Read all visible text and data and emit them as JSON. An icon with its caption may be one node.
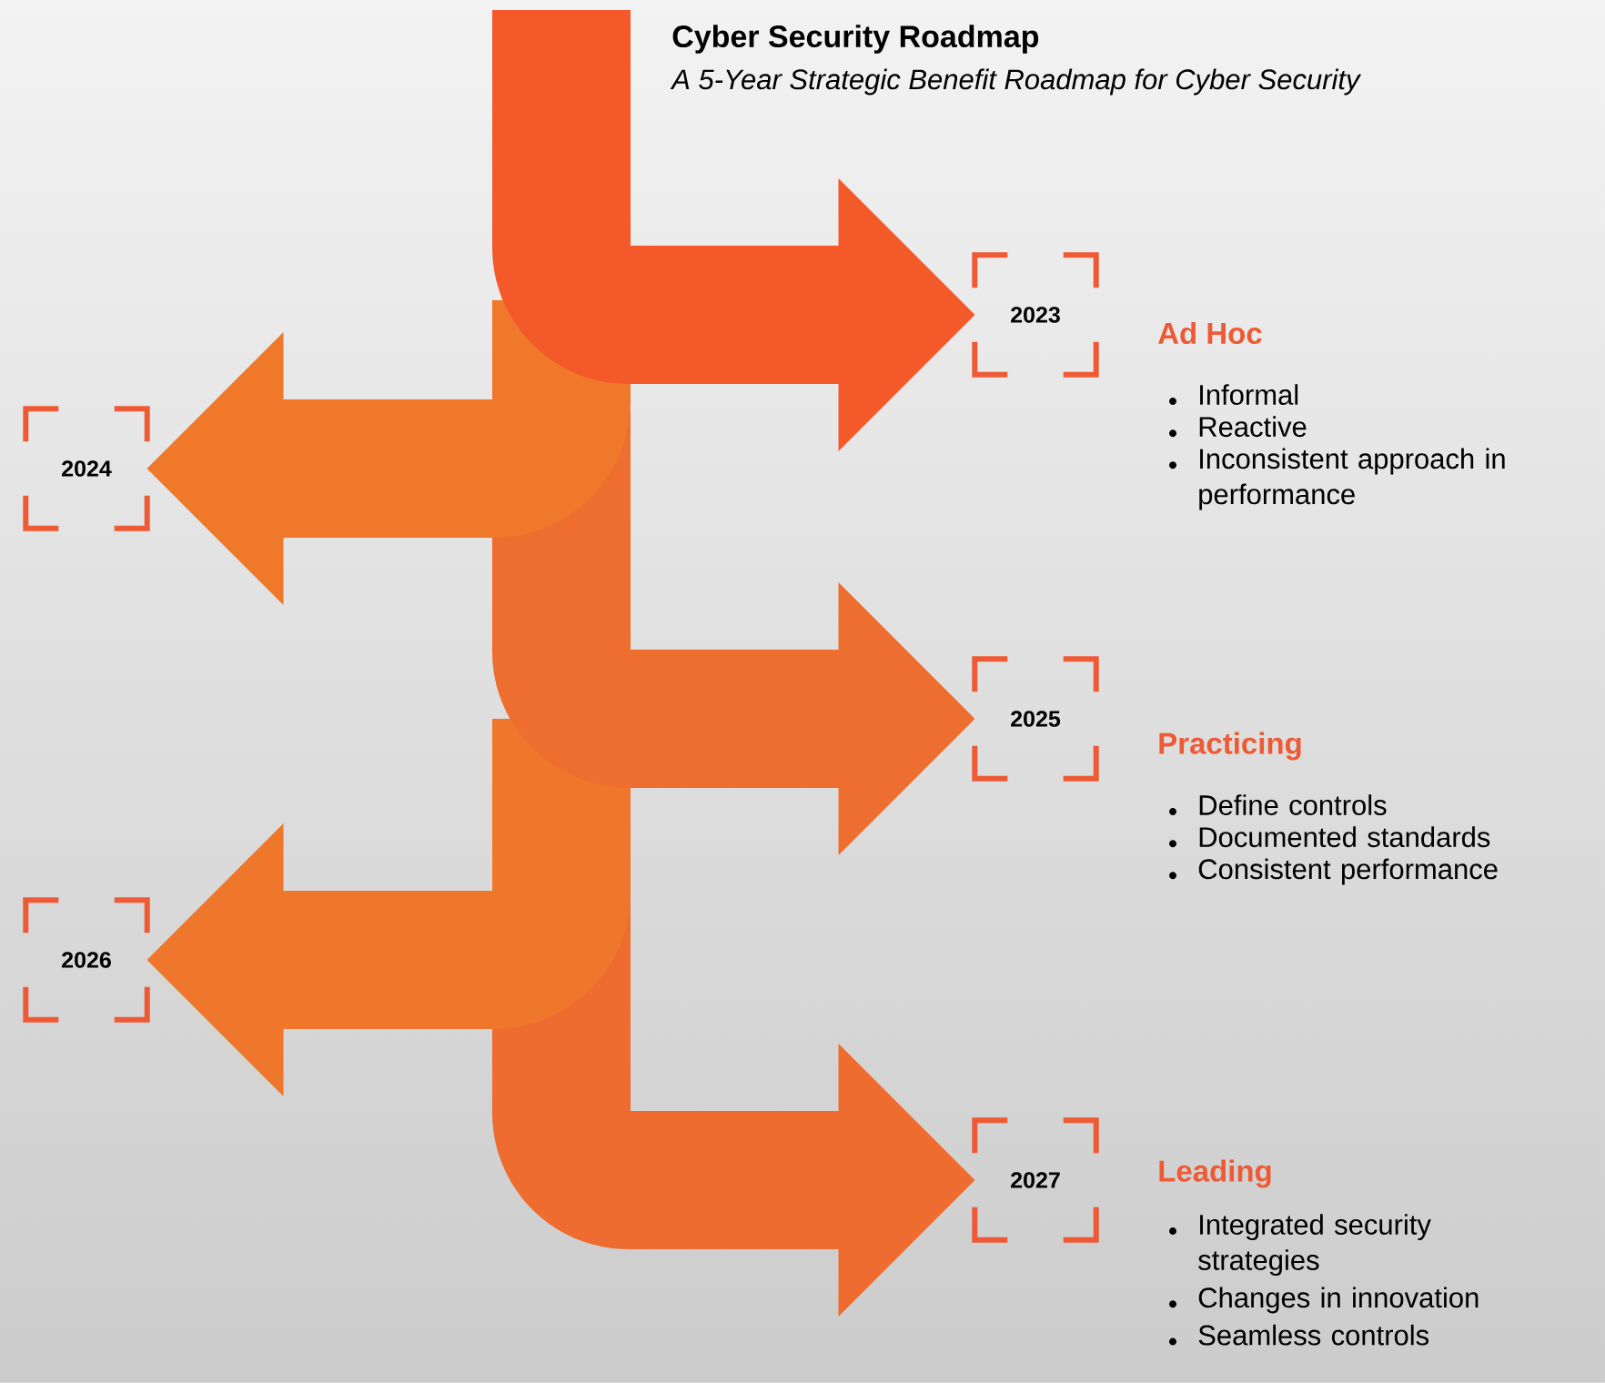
{
  "diagram": {
    "title": "Cyber Security Roadmap",
    "nodes": [
      {
        "text": [
          "2023"
        ]
      },
      {
        "text": [
          "2024"
        ]
      },
      {
        "text": [
          "2025"
        ]
      },
      {
        "text": [
          "2026"
        ]
      },
      {
        "text": [
          "2027"
        ]
      }
    ],
    "edges": [
      {
        "from": null,
        "to": 0,
        "arrow": "to"
      },
      {
        "from": null,
        "to": 1,
        "arrow": "to"
      },
      {
        "from": null,
        "to": 2,
        "arrow": "to"
      },
      {
        "from": null,
        "to": 3,
        "arrow": "to"
      },
      {
        "from": null,
        "to": 4,
        "arrow": "to"
      }
    ],
    "labels": [
      "A 5-Year Strategic Benefit Roadmap for Cyber Security",
      "Ad Hoc",
      "Informal",
      "Reactive",
      "Inconsistent approach in performance",
      "Practicing",
      "Define controls",
      "Documented standards",
      "Consistent performance",
      "Leading",
      "Integrated security strategies",
      "Changes in innovation",
      "Seamless controls"
    ]
  }
}
